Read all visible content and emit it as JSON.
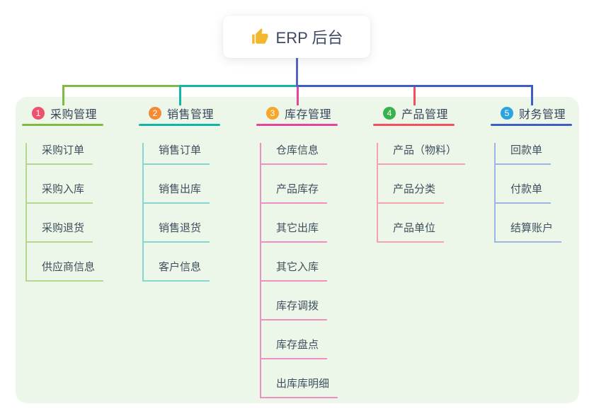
{
  "root": {
    "label": "ERP 后台",
    "icon": "thumbs-up-icon",
    "icon_color": "#f3b72d"
  },
  "colors": {
    "panel_bg": "#edf7e9",
    "trunk": "#5463c6",
    "root_text": "#3c4960",
    "branch_text": "#36455a",
    "child_text": "#404f5e"
  },
  "branches": [
    {
      "index": "1",
      "label": "采购管理",
      "badge_color": "#f0506e",
      "line_color": "#7fba44",
      "child_line_color": "#b3d88e",
      "children": [
        "采购订单",
        "采购入库",
        "采购退货",
        "供应商信息"
      ]
    },
    {
      "index": "2",
      "label": "销售管理",
      "badge_color": "#f58a35",
      "line_color": "#14b5a8",
      "child_line_color": "#86d8cf",
      "children": [
        "销售订单",
        "销售出库",
        "销售退货",
        "客户信息"
      ]
    },
    {
      "index": "3",
      "label": "库存管理",
      "badge_color": "#f6a72b",
      "line_color": "#e7449e",
      "child_line_color": "#f08fc1",
      "children": [
        "仓库信息",
        "产品库存",
        "其它出库",
        "其它入库",
        "库存调拨",
        "库存盘点",
        "出库库明细"
      ]
    },
    {
      "index": "4",
      "label": "产品管理",
      "badge_color": "#38b24d",
      "line_color": "#f54f5f",
      "child_line_color": "#f7a3ab",
      "children": [
        "产品（物料）",
        "产品分类",
        "产品单位"
      ]
    },
    {
      "index": "5",
      "label": "财务管理",
      "badge_color": "#2ba3de",
      "line_color": "#3e5dc6",
      "child_line_color": "#9db4e4",
      "children": [
        "回款单",
        "付款单",
        "结算账户"
      ]
    }
  ]
}
